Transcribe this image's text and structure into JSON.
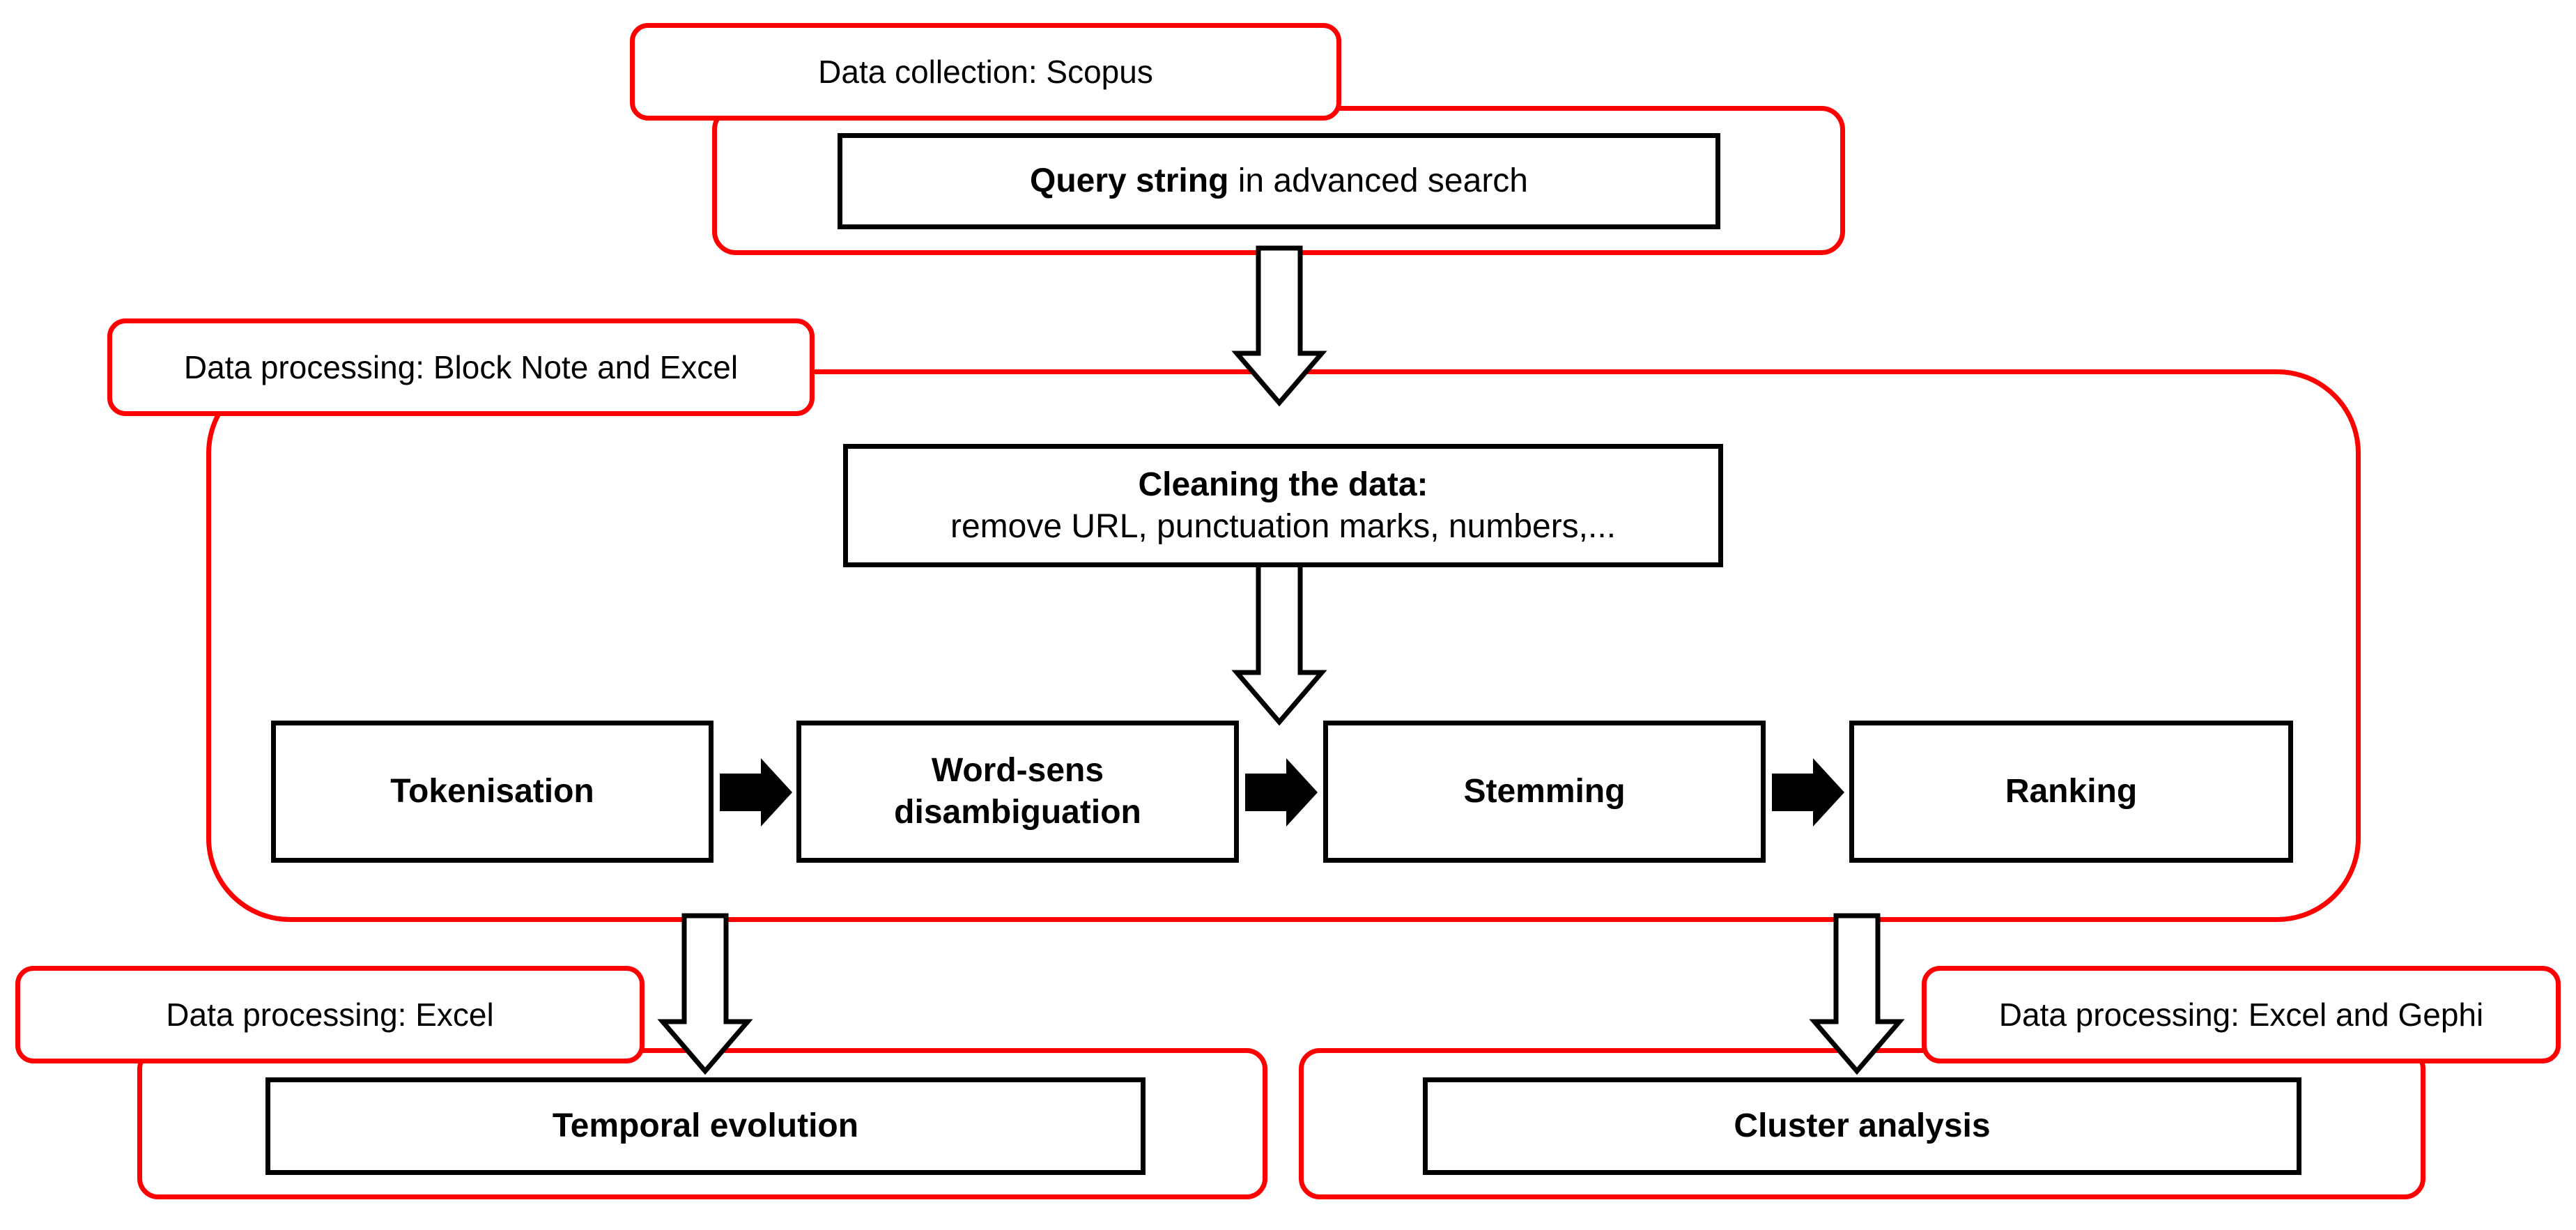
{
  "colors": {
    "stage_border": "#ff0000",
    "box_border": "#000000",
    "arrow_fill": "#000000"
  },
  "stage_labels": {
    "collection": "Data collection: Scopus",
    "processing_main": "Data processing: Block Note and Excel",
    "processing_excel": "Data processing: Excel",
    "processing_excel_gephi": "Data processing: Excel and Gephi"
  },
  "boxes": {
    "query": {
      "bold": "Query string",
      "rest": " in advanced search"
    },
    "cleaning": {
      "title": "Cleaning the data:",
      "detail": "remove URL, punctuation marks, numbers,..."
    },
    "tokenisation": "Tokenisation",
    "word_sense": {
      "line1": "Word-sens",
      "line2": "disambiguation"
    },
    "stemming": "Stemming",
    "ranking": "Ranking",
    "temporal": "Temporal evolution",
    "cluster": "Cluster analysis"
  }
}
